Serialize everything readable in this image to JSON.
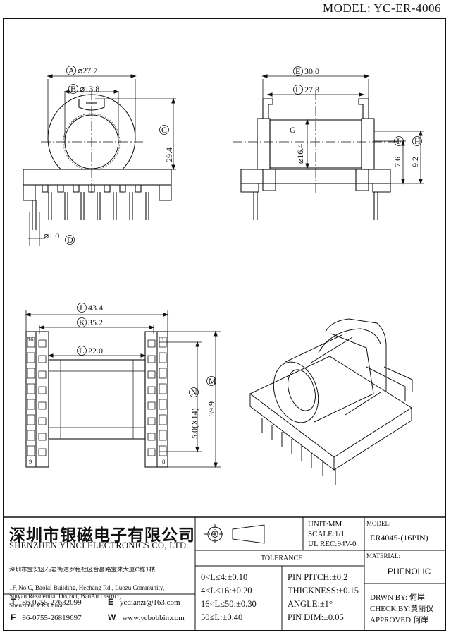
{
  "model_header": "MODEL: YC-ER-4006",
  "dims": {
    "A": {
      "label": "A",
      "value": "⌀27.7"
    },
    "B": {
      "label": "B",
      "value": "⌀13.8"
    },
    "C": {
      "label": "C",
      "value": "29.4"
    },
    "D": {
      "label": "D",
      "value": "⌀1.0"
    },
    "E": {
      "label": "E",
      "value": "30.0"
    },
    "F": {
      "label": "F",
      "value": "27.8"
    },
    "G": {
      "label": "G",
      "value": "⌀16.4"
    },
    "H": {
      "label": "H",
      "value": "9.2"
    },
    "I": {
      "label": "I",
      "value": "7.6"
    },
    "J": {
      "label": "J",
      "value": "43.4"
    },
    "K": {
      "label": "K",
      "value": "35.2"
    },
    "L": {
      "label": "L",
      "value": "22.0"
    },
    "M": {
      "label": "M",
      "value": "39.9"
    },
    "N": {
      "label": "N",
      "value": "5.0(X14)"
    }
  },
  "pin_numbers": {
    "top_left": "16",
    "top_right": "1",
    "bottom_left": "9",
    "bottom_right": "8"
  },
  "company": {
    "name_cn": "深圳市银磁电子有限公司",
    "name_en": "SHENZHEN YINCI ELECTRONICS CO, LTD.",
    "address_cn": "深圳市宝安区石岩街道罗租社区合昌路宝来大厦C栋1楼",
    "address_en": "1F, No.C, Baolai Building, Hechang Rd., Luozu Community,\nShiyan Residential District, BaoAn District,\nShenzhen, P.R.China",
    "tel_label": "T",
    "tel": "86-0755-27632099",
    "fax_label": "F",
    "fax": "86-0755-26819697",
    "email_label": "E",
    "email": "ycdianzi@163.com",
    "web_label": "W",
    "web": "www.ycbobbin.com"
  },
  "specs": {
    "unit": "UNIT:MM",
    "scale": "SCALE:1/1",
    "ul_rec": "UL REC:94V-0",
    "model_label": "MODEL:",
    "model_value": "ER4045-(16PIN)",
    "material_label": "MATERIAL:",
    "material_value": "PHENOLIC"
  },
  "tolerance": {
    "title": "TOLERANCE",
    "left": [
      "0<L≤4:±0.10",
      "4<L≤16:±0.20",
      "16<L≤50:±0.30",
      "50≤L:±0.40"
    ],
    "right": [
      "PIN PITCH:±0.2",
      "THICKNESS:±0.15",
      "ANGLE:±1°",
      "PIN DIM:±0.05"
    ]
  },
  "approval": {
    "drawn": "DRWN BY: 何岸",
    "check": "CHECK BY:黄丽仪",
    "approved": "APPROVED:何岸"
  }
}
